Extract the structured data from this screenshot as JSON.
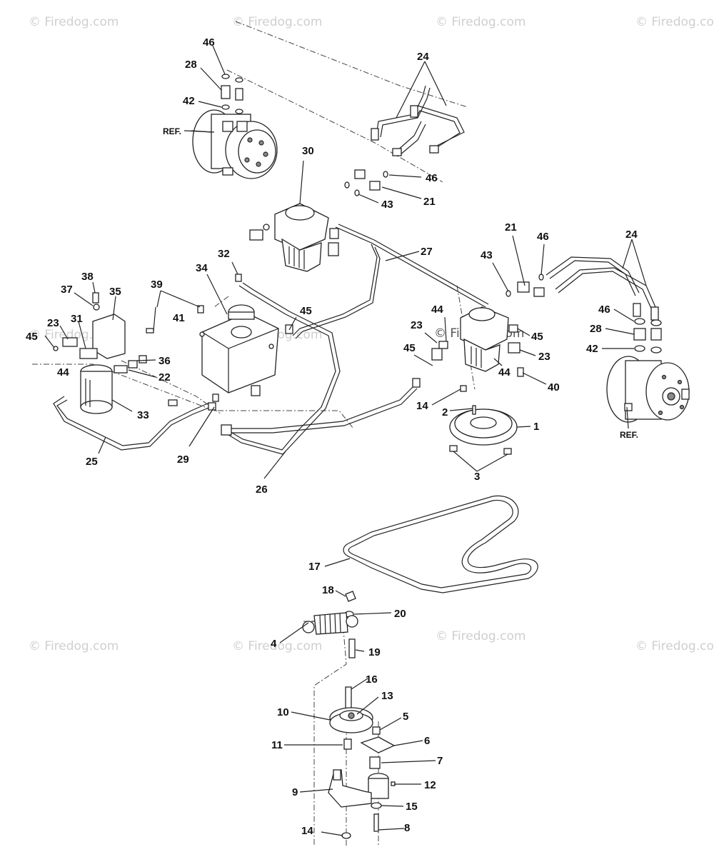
{
  "watermark": "© Firedog.com",
  "ref_label": "REF.",
  "callouts": [
    "46",
    "28",
    "42",
    "24",
    "30",
    "46",
    "21",
    "43",
    "27",
    "32",
    "34",
    "45",
    "38",
    "37",
    "35",
    "39",
    "41",
    "23",
    "31",
    "45",
    "44",
    "36",
    "22",
    "33",
    "25",
    "29",
    "26",
    "21",
    "46",
    "43",
    "44",
    "23",
    "45",
    "45",
    "44",
    "23",
    "40",
    "24",
    "46",
    "28",
    "42",
    "14",
    "2",
    "1",
    "3",
    "17",
    "18",
    "20",
    "4",
    "19",
    "16",
    "13",
    "10",
    "5",
    "6",
    "11",
    "7",
    "12",
    "9",
    "15",
    "14",
    "8"
  ]
}
